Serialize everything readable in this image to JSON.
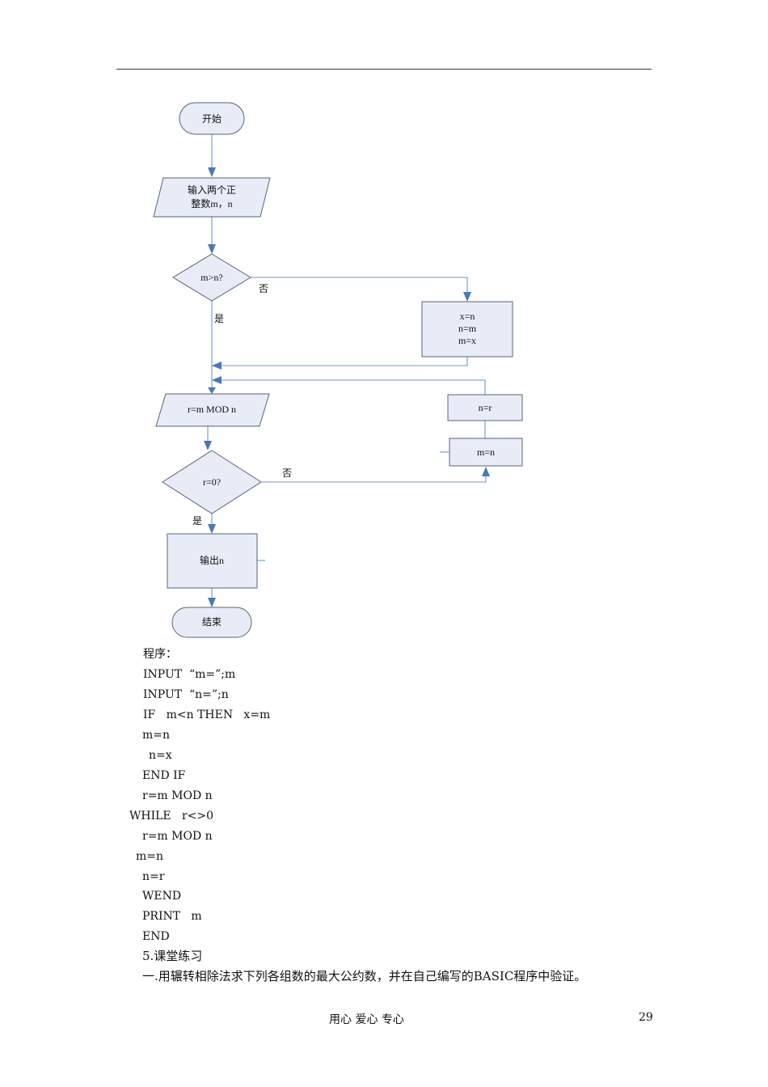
{
  "flowchart": {
    "start": "开始",
    "input_line1": "输入两个正",
    "input_line2": "整数m，n",
    "decision1": "m>n?",
    "no1": "否",
    "yes1": "是",
    "swap_line1": "x=n",
    "swap_line2": "n=m",
    "swap_line3": "m=x",
    "mod_step": "r=m MOD n",
    "n_assign": "n=r",
    "m_assign": "m=n",
    "decision2": "r=0?",
    "no2": "否",
    "yes2": "是",
    "output": "输出n",
    "end": "结束"
  },
  "program": {
    "heading": "程序：",
    "lines": [
      "INPUT  “m=”;m",
      "INPUT  “n=”;n",
      "IF   m<n THEN   x=m",
      "m=n",
      "n=x",
      "END IF",
      "r=m MOD n",
      "WHILE   r<>0",
      "r=m MOD n",
      "m=n",
      "n=r",
      "WEND",
      "PRINT   m",
      "END"
    ]
  },
  "exercise": {
    "section": "5.课堂练习",
    "item1": "一.用辗转相除法求下列各组数的最大公约数，并在自己编写的BASIC程序中验证。"
  },
  "footer": {
    "motto": "用心  爱心  专心",
    "page_number": "29"
  }
}
